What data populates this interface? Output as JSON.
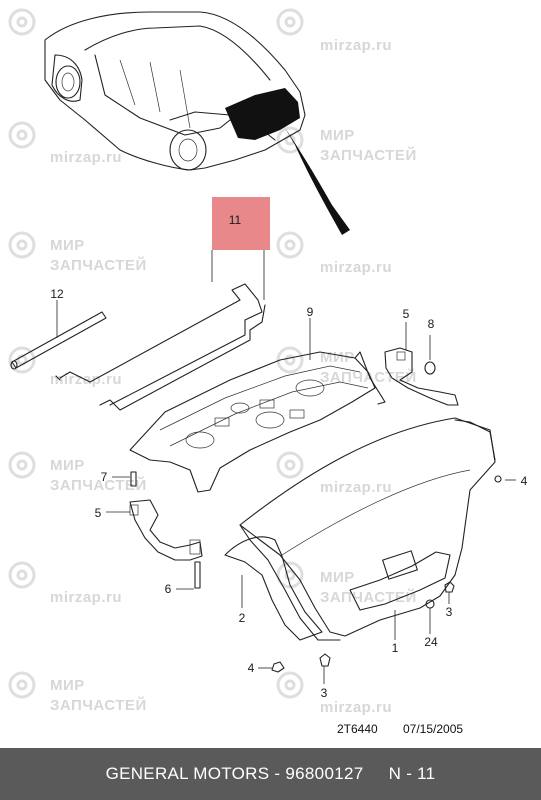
{
  "callouts": {
    "c1": "1",
    "c2": "2",
    "c3a": "3",
    "c3b": "3",
    "c4a": "4",
    "c4b": "4",
    "c5a": "5",
    "c5b": "5",
    "c6": "6",
    "c7": "7",
    "c8": "8",
    "c9": "9",
    "c11": "11",
    "c12": "12",
    "c24": "24"
  },
  "watermarks": {
    "site": "mirzap.ru",
    "line1": "МИР",
    "line2": "ЗАПЧАСТЕЙ"
  },
  "diagram_ref": {
    "code": "2T6440",
    "date": "07/15/2005"
  },
  "footer": {
    "brand": "GENERAL MOTORS",
    "separator": " - ",
    "part_number": "96800127",
    "gap": "     ",
    "section": "N - 11"
  },
  "colors": {
    "highlight": "#e8888a",
    "footer_bg": "#5a5a5a",
    "watermark": "#d7d7d7"
  }
}
